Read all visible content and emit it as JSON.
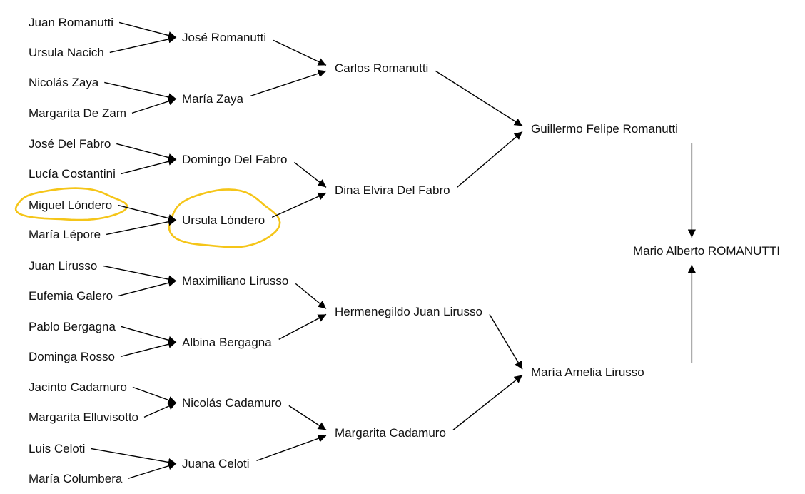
{
  "colors": {
    "text": "#111111",
    "edge": "#000000",
    "highlight": "#f5c518"
  },
  "nodes": [
    {
      "id": "juan_romanutti",
      "label": "Juan Romanutti",
      "generation": 1
    },
    {
      "id": "ursula_nacich",
      "label": "Ursula Nacich",
      "generation": 1
    },
    {
      "id": "nicolas_zaya",
      "label": "Nicolás Zaya",
      "generation": 1
    },
    {
      "id": "margarita_de_zam",
      "label": "Margarita De Zam",
      "generation": 1
    },
    {
      "id": "jose_del_fabro",
      "label": "José Del Fabro",
      "generation": 1
    },
    {
      "id": "lucia_costantini",
      "label": "Lucía Costantini",
      "generation": 1
    },
    {
      "id": "miguel_londero",
      "label": "Miguel Lóndero",
      "generation": 1,
      "highlighted": true
    },
    {
      "id": "maria_lepore",
      "label": "María Lépore",
      "generation": 1
    },
    {
      "id": "juan_lirusso",
      "label": "Juan Lirusso",
      "generation": 1
    },
    {
      "id": "eufemia_galero",
      "label": "Eufemia Galero",
      "generation": 1
    },
    {
      "id": "pablo_bergagna",
      "label": "Pablo Bergagna",
      "generation": 1
    },
    {
      "id": "dominga_rosso",
      "label": "Dominga Rosso",
      "generation": 1
    },
    {
      "id": "jacinto_cadamuro",
      "label": "Jacinto Cadamuro",
      "generation": 1
    },
    {
      "id": "margarita_elluvisotto",
      "label": "Margarita Elluvisotto",
      "generation": 1
    },
    {
      "id": "luis_celoti",
      "label": "Luis Celoti",
      "generation": 1
    },
    {
      "id": "maria_columbera",
      "label": "María Columbera",
      "generation": 1
    },
    {
      "id": "jose_romanutti",
      "label": "José Romanutti",
      "generation": 2
    },
    {
      "id": "maria_zaya",
      "label": "María Zaya",
      "generation": 2
    },
    {
      "id": "domingo_del_fabro",
      "label": "Domingo Del Fabro",
      "generation": 2
    },
    {
      "id": "ursula_londero",
      "label": "Ursula Lóndero",
      "generation": 2,
      "highlighted": true
    },
    {
      "id": "maximiliano_lirusso",
      "label": "Maximiliano Lirusso",
      "generation": 2
    },
    {
      "id": "albina_bergagna",
      "label": "Albina Bergagna",
      "generation": 2
    },
    {
      "id": "nicolas_cadamuro",
      "label": "Nicolás Cadamuro",
      "generation": 2
    },
    {
      "id": "juana_celoti",
      "label": "Juana Celoti",
      "generation": 2
    },
    {
      "id": "carlos_romanutti",
      "label": "Carlos Romanutti",
      "generation": 3
    },
    {
      "id": "dina_elvira_del_fabro",
      "label": "Dina Elvira Del Fabro",
      "generation": 3
    },
    {
      "id": "hermenegildo_juan_lirusso",
      "label": "Hermenegildo Juan Lirusso",
      "generation": 3
    },
    {
      "id": "margarita_cadamuro",
      "label": "Margarita Cadamuro",
      "generation": 3
    },
    {
      "id": "guillermo_felipe_romanutti",
      "label": "Guillermo Felipe Romanutti",
      "generation": 4
    },
    {
      "id": "maria_amelia_lirusso",
      "label": "María Amelia Lirusso",
      "generation": 4
    },
    {
      "id": "mario_alberto_romanutti",
      "label": "Mario Alberto ROMANUTTI",
      "generation": 5
    }
  ],
  "edges": [
    {
      "from": "juan_romanutti",
      "to": "jose_romanutti"
    },
    {
      "from": "ursula_nacich",
      "to": "jose_romanutti"
    },
    {
      "from": "nicolas_zaya",
      "to": "maria_zaya"
    },
    {
      "from": "margarita_de_zam",
      "to": "maria_zaya"
    },
    {
      "from": "jose_del_fabro",
      "to": "domingo_del_fabro"
    },
    {
      "from": "lucia_costantini",
      "to": "domingo_del_fabro"
    },
    {
      "from": "miguel_londero",
      "to": "ursula_londero"
    },
    {
      "from": "maria_lepore",
      "to": "ursula_londero"
    },
    {
      "from": "juan_lirusso",
      "to": "maximiliano_lirusso"
    },
    {
      "from": "eufemia_galero",
      "to": "maximiliano_lirusso"
    },
    {
      "from": "pablo_bergagna",
      "to": "albina_bergagna"
    },
    {
      "from": "dominga_rosso",
      "to": "albina_bergagna"
    },
    {
      "from": "jacinto_cadamuro",
      "to": "nicolas_cadamuro"
    },
    {
      "from": "margarita_elluvisotto",
      "to": "nicolas_cadamuro"
    },
    {
      "from": "luis_celoti",
      "to": "juana_celoti"
    },
    {
      "from": "maria_columbera",
      "to": "juana_celoti"
    },
    {
      "from": "jose_romanutti",
      "to": "carlos_romanutti"
    },
    {
      "from": "maria_zaya",
      "to": "carlos_romanutti"
    },
    {
      "from": "domingo_del_fabro",
      "to": "dina_elvira_del_fabro"
    },
    {
      "from": "ursula_londero",
      "to": "dina_elvira_del_fabro"
    },
    {
      "from": "maximiliano_lirusso",
      "to": "hermenegildo_juan_lirusso"
    },
    {
      "from": "albina_bergagna",
      "to": "hermenegildo_juan_lirusso"
    },
    {
      "from": "nicolas_cadamuro",
      "to": "margarita_cadamuro"
    },
    {
      "from": "juana_celoti",
      "to": "margarita_cadamuro"
    },
    {
      "from": "carlos_romanutti",
      "to": "guillermo_felipe_romanutti"
    },
    {
      "from": "dina_elvira_del_fabro",
      "to": "guillermo_felipe_romanutti"
    },
    {
      "from": "hermenegildo_juan_lirusso",
      "to": "maria_amelia_lirusso"
    },
    {
      "from": "margarita_cadamuro",
      "to": "maria_amelia_lirusso"
    },
    {
      "from": "guillermo_felipe_romanutti",
      "to": "mario_alberto_romanutti"
    },
    {
      "from": "maria_amelia_lirusso",
      "to": "mario_alberto_romanutti"
    }
  ]
}
